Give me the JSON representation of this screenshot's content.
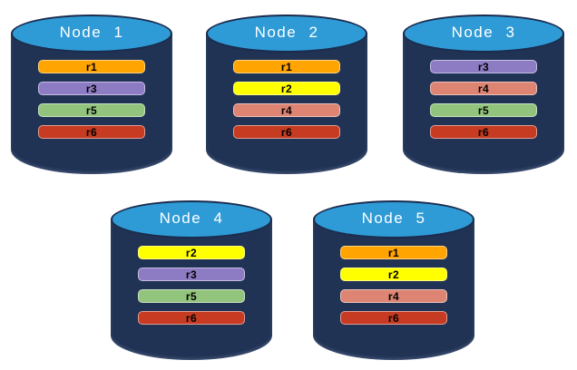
{
  "page": {
    "background": "#ffffff"
  },
  "palette": {
    "cylinder_body": "#203355",
    "cylinder_top": "#2E9BD6",
    "cylinder_outline": "#1B2C4E",
    "replica_colors": {
      "r1": "#FFA400",
      "r2": "#FFFF00",
      "r3": "#8D7CC4",
      "r4": "#DD8473",
      "r5": "#93C47D",
      "r6": "#C63B22"
    }
  },
  "nodes": [
    {
      "title": "Node 1",
      "replicas": [
        {
          "label": "r1",
          "color": "#FFA400"
        },
        {
          "label": "r3",
          "color": "#8D7CC4"
        },
        {
          "label": "r5",
          "color": "#93C47D"
        },
        {
          "label": "r6",
          "color": "#C63B22"
        }
      ]
    },
    {
      "title": "Node 2",
      "replicas": [
        {
          "label": "r1",
          "color": "#FFA400"
        },
        {
          "label": "r2",
          "color": "#FFFF00"
        },
        {
          "label": "r4",
          "color": "#DD8473"
        },
        {
          "label": "r6",
          "color": "#C63B22"
        }
      ]
    },
    {
      "title": "Node 3",
      "replicas": [
        {
          "label": "r3",
          "color": "#8D7CC4"
        },
        {
          "label": "r4",
          "color": "#DD8473"
        },
        {
          "label": "r5",
          "color": "#93C47D"
        },
        {
          "label": "r6",
          "color": "#C63B22"
        }
      ]
    },
    {
      "title": "Node 4",
      "replicas": [
        {
          "label": "r2",
          "color": "#FFFF00"
        },
        {
          "label": "r3",
          "color": "#8D7CC4"
        },
        {
          "label": "r5",
          "color": "#93C47D"
        },
        {
          "label": "r6",
          "color": "#C63B22"
        }
      ]
    },
    {
      "title": "Node 5",
      "replicas": [
        {
          "label": "r1",
          "color": "#FFA400"
        },
        {
          "label": "r2",
          "color": "#FFFF00"
        },
        {
          "label": "r4",
          "color": "#DD8473"
        },
        {
          "label": "r6",
          "color": "#C63B22"
        }
      ]
    }
  ]
}
